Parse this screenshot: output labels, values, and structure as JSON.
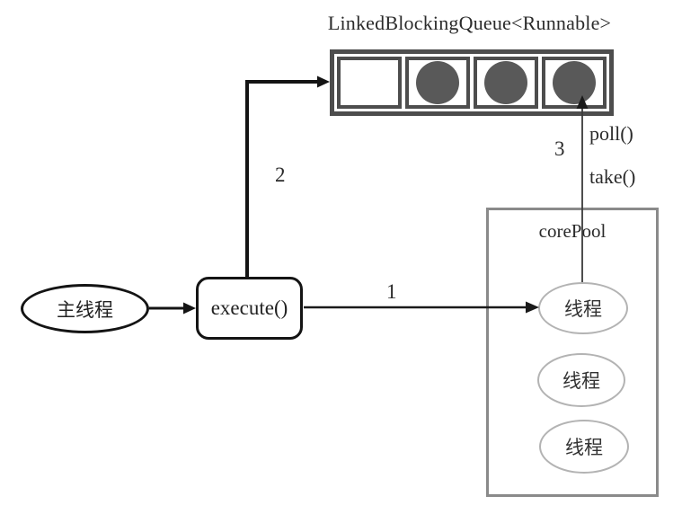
{
  "diagram": {
    "title": "LinkedBlockingQueue<Runnable>",
    "queue": {
      "cells": [
        {
          "filled": false
        },
        {
          "filled": true
        },
        {
          "filled": true
        },
        {
          "filled": true
        }
      ]
    },
    "main_thread": {
      "label": "主线程"
    },
    "execute": {
      "label": "execute()"
    },
    "core_pool": {
      "label": "corePool",
      "threads": [
        {
          "label": "线程"
        },
        {
          "label": "线程"
        },
        {
          "label": "线程"
        }
      ]
    },
    "edges": {
      "edge1_label": "1",
      "edge2_label": "2",
      "edge3_label": "3",
      "poll_label": "poll()",
      "take_label": "take()"
    },
    "colors": {
      "shape_black": "#141414",
      "queue_border_gray": "#4d4d4d",
      "dot_gray": "#595959",
      "pool_border_gray": "#8a8a8a",
      "thread_border_gray": "#b3b3b3",
      "text_dark": "#2b2b2b"
    }
  }
}
